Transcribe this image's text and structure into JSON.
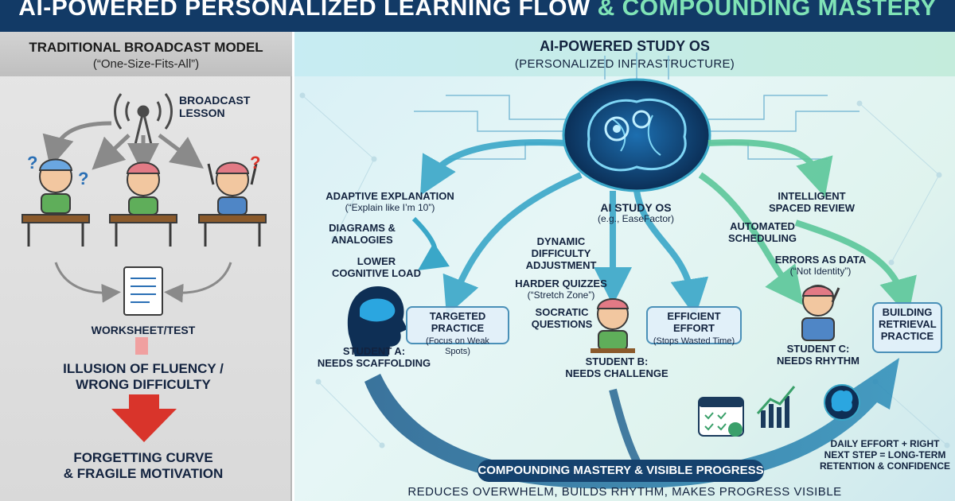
{
  "title": {
    "part1": "AI-POWERED PERSONALIZED LEARNING FLOW",
    "part2": "& COMPOUNDING MASTERY"
  },
  "left": {
    "header_title": "TRADITIONAL BROADCAST MODEL",
    "header_subtitle": "(“One-Size-Fits-All”)",
    "broadcast_label": "BROADCAST\nLESSON",
    "worksheet_label": "WORKSHEET/TEST",
    "illusion_label": "ILLUSION OF FLUENCY /\nWRONG DIFFICULTY",
    "forgetting_label": "FORGETTING CURVE\n& FRAGILE MOTIVATION"
  },
  "right": {
    "header_title": "AI-POWERED STUDY OS",
    "header_subtitle": "(PERSONALIZED INFRASTRUCTURE)",
    "center_title": "AI STUDY OS",
    "center_subtitle": "(e.g., EaseFactor)",
    "adaptive": "ADAPTIVE EXPLANATION",
    "adaptive_sub": "(“Explain like I’m 10”)",
    "diagrams": "DIAGRAMS &\nANALOGIES",
    "cognitive": "LOWER\nCOGNITIVE LOAD",
    "targeted": "TARGETED\nPRACTICE",
    "targeted_sub": "(Focus on Weak Spots)",
    "student_a": "STUDENT A:\nNEEDS SCAFFOLDING",
    "dynamic": "DYNAMIC\nDIFFICULTY\nADJUSTMENT",
    "harder": "HARDER QUIZZES",
    "harder_sub": "(“Stretch Zone”)",
    "socratic": "SOCRATIC\nQUESTIONS",
    "efficient": "EFFICIENT\nEFFORT",
    "efficient_sub": "(Stops Wasted Time)",
    "student_b": "STUDENT B:\nNEEDS CHALLENGE",
    "spaced": "INTELLIGENT\nSPACED REVIEW",
    "scheduling": "AUTOMATED\nSCHEDULING",
    "errors": "ERRORS AS DATA",
    "errors_sub": "(“Not Identity”)",
    "retrieval": "BUILDING\nRETRIEVAL\nPRACTICE",
    "student_c": "STUDENT C:\nNEEDS RHYTHM",
    "daily": "DAILY EFFORT + RIGHT\nNEXT STEP = LONG-TERM\nRETENTION & CONFIDENCE",
    "compounding": "COMPOUNDING MASTERY & VISIBLE PROGRESS",
    "footer": "REDUCES OVERWHELM, BUILDS RHYTHM, MAKES PROGRESS VISIBLE"
  },
  "colors": {
    "title_bg": "#123a66",
    "title_accent": "#7fe3b6",
    "brain_blue": "#1a8fd6",
    "flow_teal": "#3aa7c8",
    "flow_green": "#5cc79a",
    "warning_red": "#d9342b"
  }
}
